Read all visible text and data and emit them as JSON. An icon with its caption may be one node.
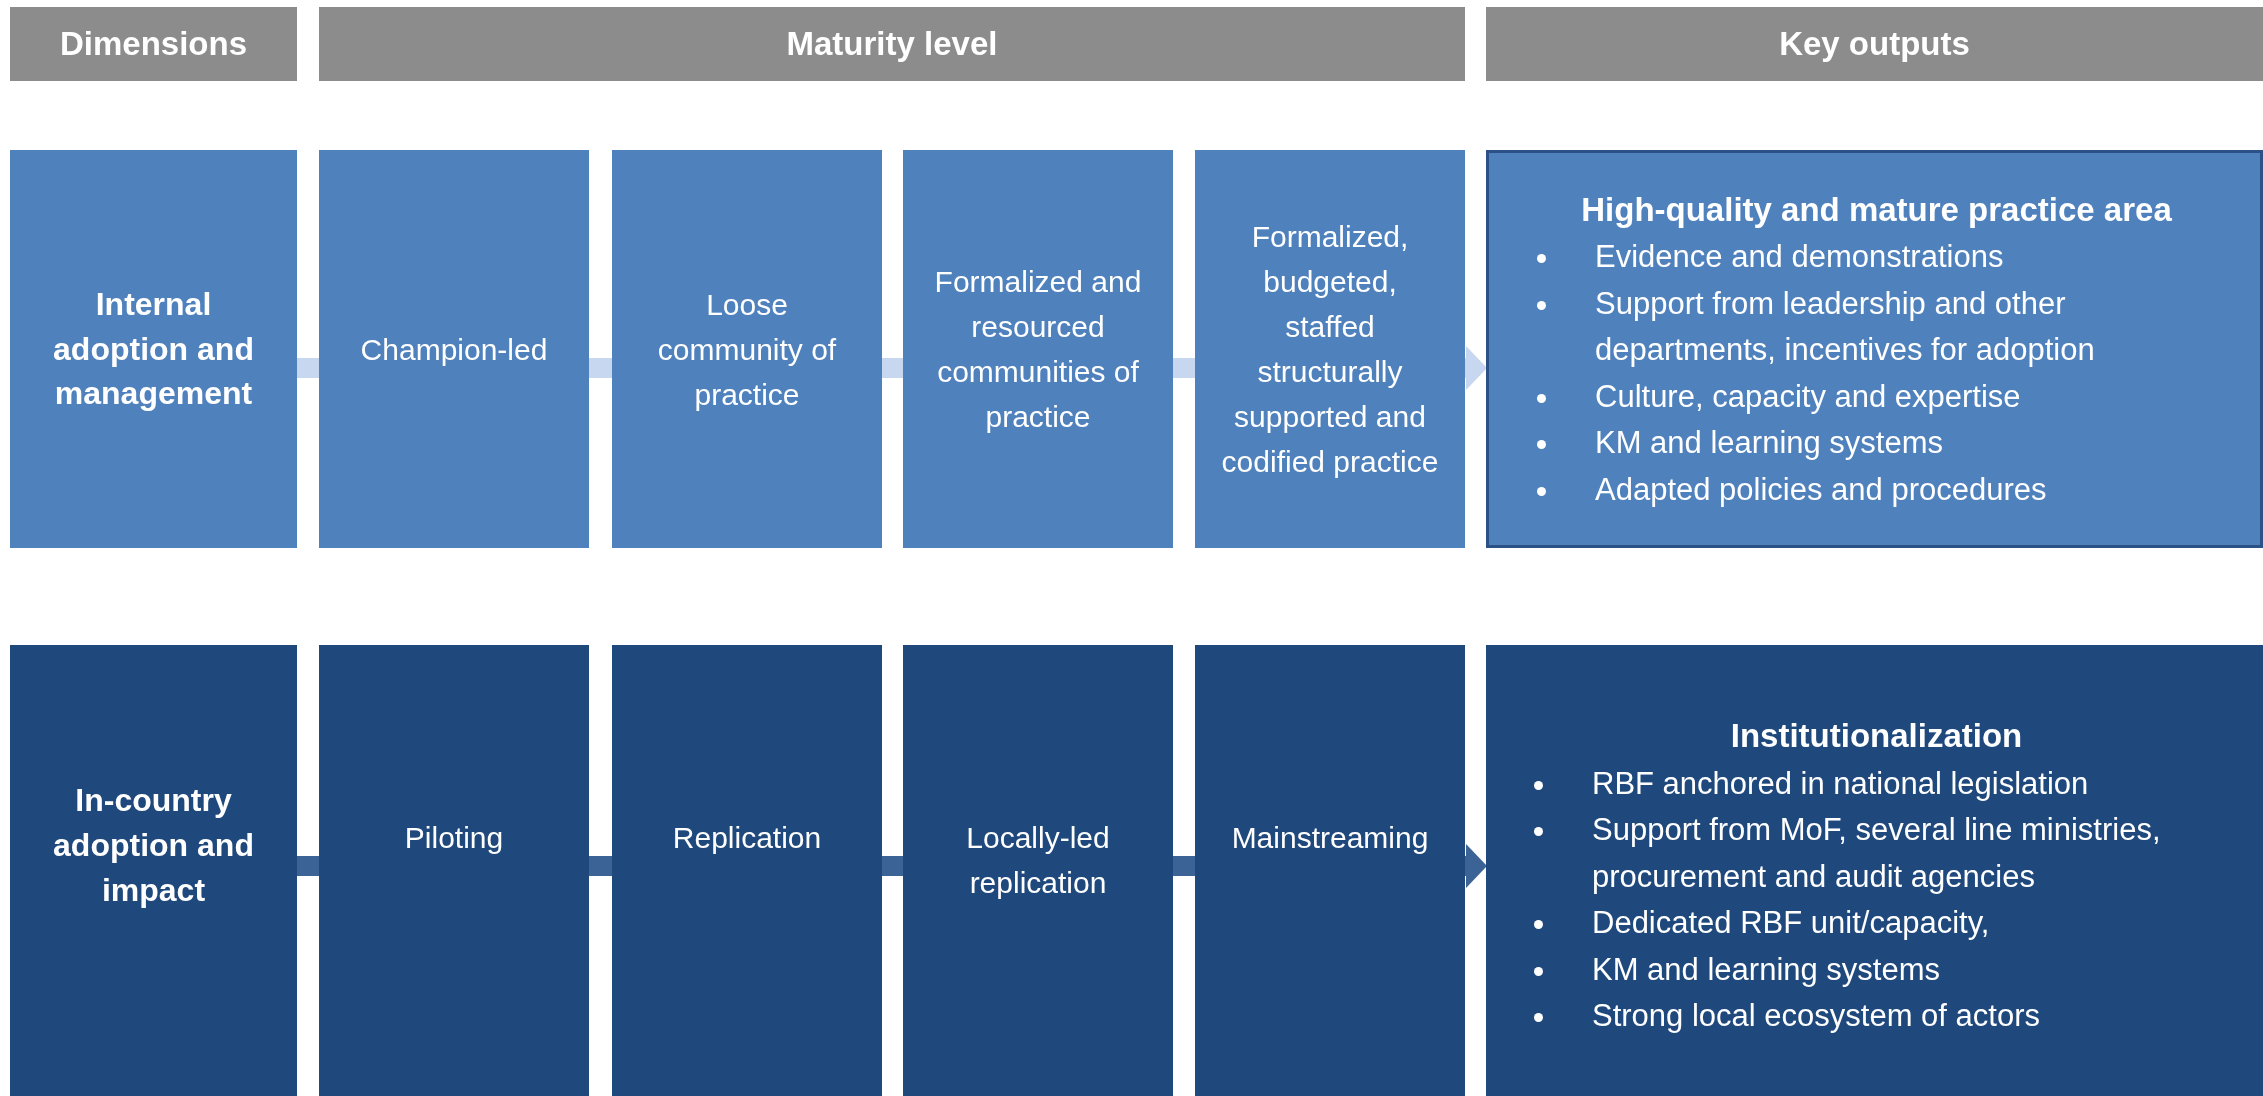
{
  "diagram": {
    "nodes": [
      {
        "text": [
          "Dimensions"
        ]
      },
      {
        "text": [
          "Maturity level"
        ]
      },
      {
        "text": [
          "Key outputs"
        ]
      },
      {
        "text": [
          "Internal adoption and management"
        ]
      },
      {
        "text": [
          "Champion-led"
        ]
      },
      {
        "text": [
          "Loose community of practice"
        ]
      },
      {
        "text": [
          "Formalized and resourced communities of practice"
        ]
      },
      {
        "text": [
          "Formalized, budgeted, staffed structurally supported and codified practice"
        ]
      },
      {
        "text": [
          "High-quality and mature practice area",
          "Evidence and demonstrations",
          "Support from leadership and other departments, incentives for adoption",
          "Culture, capacity and expertise",
          "KM and learning systems",
          "Adapted policies and procedures"
        ]
      },
      {
        "text": [
          "In-country adoption and impact"
        ]
      },
      {
        "text": [
          "Piloting"
        ]
      },
      {
        "text": [
          "Replication"
        ]
      },
      {
        "text": [
          "Locally-led replication"
        ]
      },
      {
        "text": [
          "Mainstreaming"
        ]
      },
      {
        "text": [
          "Institutionalization",
          "RBF anchored in national legislation",
          "Support from MoF, several line ministries, procurement and audit agencies",
          "Dedicated RBF unit/capacity,",
          "KM and learning systems",
          "Strong local ecosystem of actors"
        ]
      }
    ],
    "edges": [
      {
        "from": 3,
        "to": 4,
        "arrow": "none",
        "color": "#c6d7ef"
      },
      {
        "from": 4,
        "to": 5,
        "arrow": "none",
        "color": "#c6d7ef"
      },
      {
        "from": 5,
        "to": 6,
        "arrow": "none",
        "color": "#c6d7ef"
      },
      {
        "from": 6,
        "to": 7,
        "arrow": "none",
        "color": "#c6d7ef"
      },
      {
        "from": 7,
        "to": 8,
        "arrow": "to",
        "color": "#c6d7ef"
      },
      {
        "from": 9,
        "to": 10,
        "arrow": "none",
        "color": "#3b6396"
      },
      {
        "from": 10,
        "to": 11,
        "arrow": "none",
        "color": "#3b6396"
      },
      {
        "from": 11,
        "to": 12,
        "arrow": "none",
        "color": "#3b6396"
      },
      {
        "from": 12,
        "to": 13,
        "arrow": "none",
        "color": "#3b6396"
      },
      {
        "from": 13,
        "to": 14,
        "arrow": "to",
        "color": "#3b6396"
      }
    ]
  }
}
